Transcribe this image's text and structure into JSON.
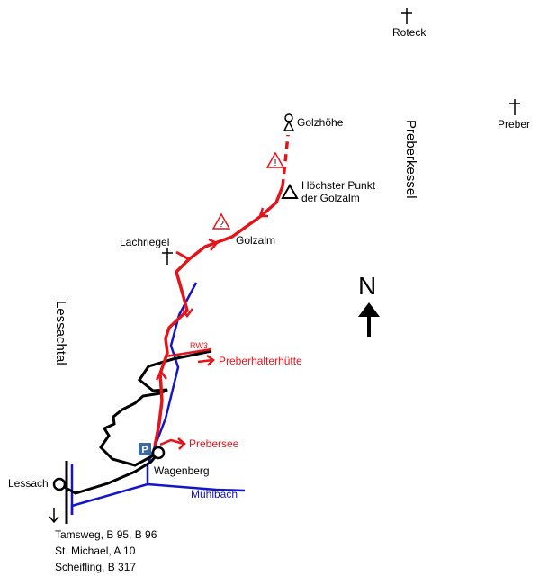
{
  "places": {
    "roteck": "Roteck",
    "preber": "Preber",
    "golzhoehe": "Golzhöhe",
    "hoechster_punkt_line1": "Höchster Punkt",
    "hoechster_punkt_line2": "der Golzalm",
    "golzalm": "Golzalm",
    "lachriegel": "Lachriegel",
    "preberkessel": "Preberkessel",
    "lessachtal": "Lessachtal",
    "wagenberg": "Wagenberg",
    "lessach": "Lessach"
  },
  "routes": {
    "rw3": "RW3",
    "preberhalterhuette": "Preberhalterhütte",
    "prebersee": "Prebersee",
    "muehlbach": "Mühlbach"
  },
  "parking": {
    "label": "P"
  },
  "compass": {
    "label": "N"
  },
  "destinations": [
    "Tamsweg, B 95, B 96",
    "St. Michael, A 10",
    "Scheifling, B 317"
  ],
  "warning_signs": [
    {
      "symbol": "!"
    },
    {
      "symbol": "?"
    }
  ],
  "colors": {
    "route": "#e4141b",
    "stream": "#1515c8",
    "road": "#000000",
    "parking": "#3d6b9c"
  }
}
